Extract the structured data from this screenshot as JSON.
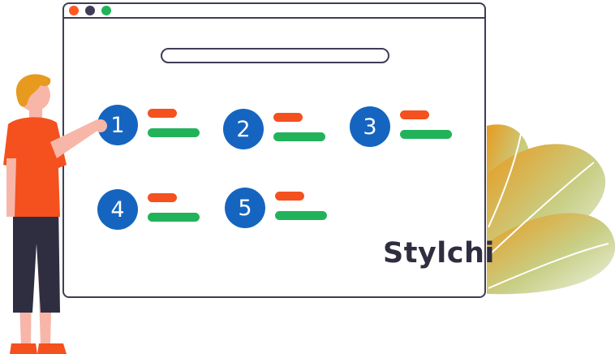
{
  "steps": [
    {
      "number": "1"
    },
    {
      "number": "2"
    },
    {
      "number": "3"
    },
    {
      "number": "4"
    },
    {
      "number": "5"
    }
  ],
  "brand": {
    "logo_text": "Stylchi"
  },
  "colors": {
    "circle": "#1565c0",
    "bar_short": "#f4511e",
    "bar_long": "#22b35a",
    "window_border": "#3f3d56",
    "dot_red": "#ff5722",
    "dot_gray": "#3f3d56",
    "dot_green": "#22b35a"
  },
  "icons": [
    "window-close-dot",
    "window-minimize-dot",
    "window-maximize-dot",
    "plant-leaf-icon",
    "person-illustration"
  ]
}
